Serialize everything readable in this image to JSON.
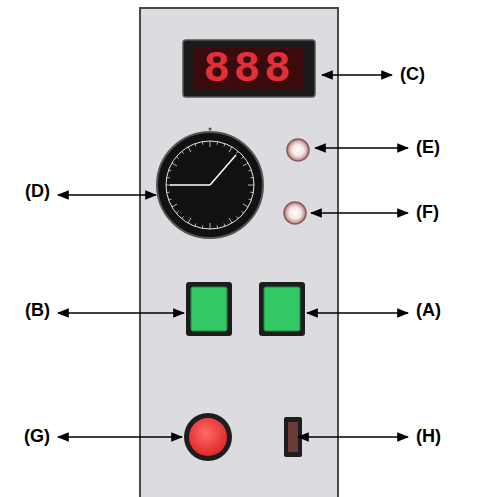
{
  "diagram": {
    "labels": [
      "888",
      "(C)",
      "(E)",
      "(D)",
      "(F)",
      "(B)",
      "(A)",
      "(G)",
      "(H)"
    ]
  }
}
